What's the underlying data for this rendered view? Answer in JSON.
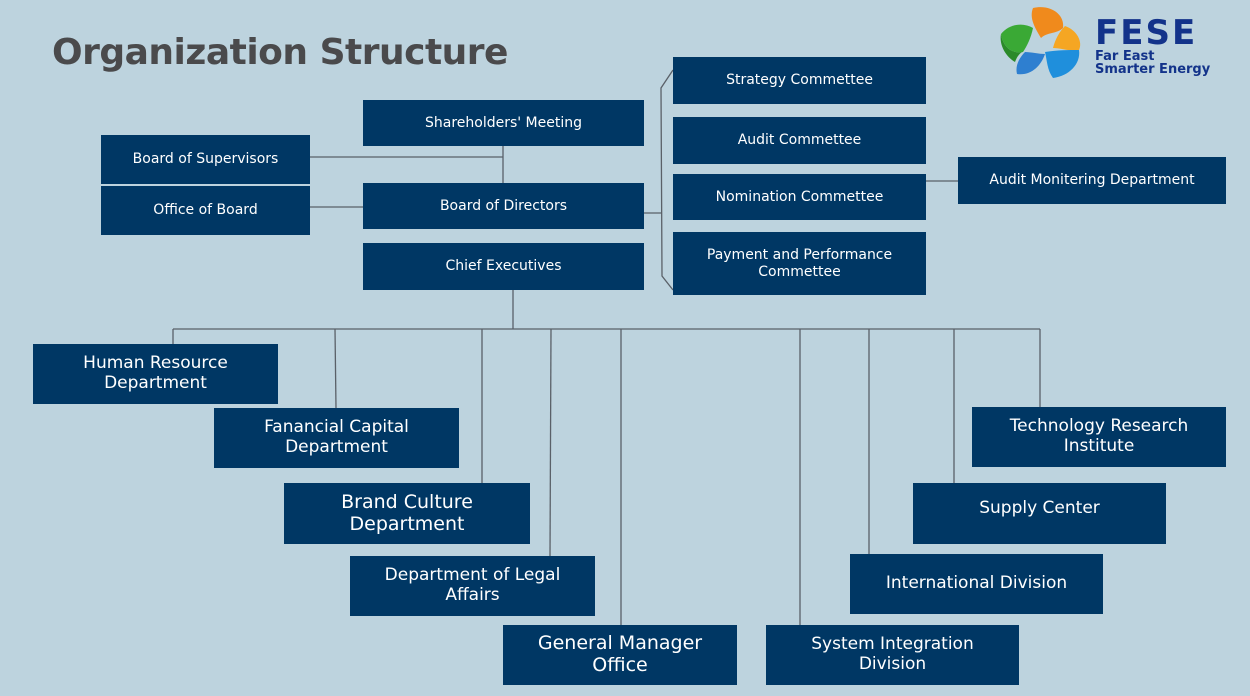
{
  "title": "Organization Structure",
  "logo": {
    "wordmark": "FESE",
    "line1": "Far East",
    "line2": "Smarter Energy",
    "colors": {
      "orange": "#f08a1c",
      "green": "#3aa935",
      "blue": "#1f8fdc",
      "text": "#13338a"
    }
  },
  "colors": {
    "background": "#bdd3de",
    "box": "#003764",
    "box_text": "#ffffff",
    "connector": "#5a6068",
    "title": "#4a4a4c"
  },
  "governance": {
    "shareholders": "Shareholders' Meeting",
    "supervisors": "Board of Supervisors",
    "office_of_board": "Office of Board",
    "directors": "Board of Directors",
    "chief_executives": "Chief Executives"
  },
  "committees": {
    "strategy": "Strategy Commettee",
    "audit": "Audit Commettee",
    "nomination": "Nomination Commettee",
    "payment_line1": "Payment and Performance",
    "payment_line2": "Commettee",
    "audit_monitoring": "Audit Monitering Department"
  },
  "departments": {
    "hr": [
      "Human Resource",
      "Department"
    ],
    "finance": [
      "Fanancial Capital",
      "Department"
    ],
    "brand": [
      "Brand Culture",
      "Department"
    ],
    "legal": [
      "Department of Legal",
      "Affairs"
    ],
    "gm": [
      "General Manager",
      "Office"
    ],
    "system": [
      "System Integration",
      "Division"
    ],
    "international": [
      "International Division"
    ],
    "supply": [
      "Supply Center"
    ],
    "tech": [
      "Technology Research",
      "Institute"
    ]
  }
}
